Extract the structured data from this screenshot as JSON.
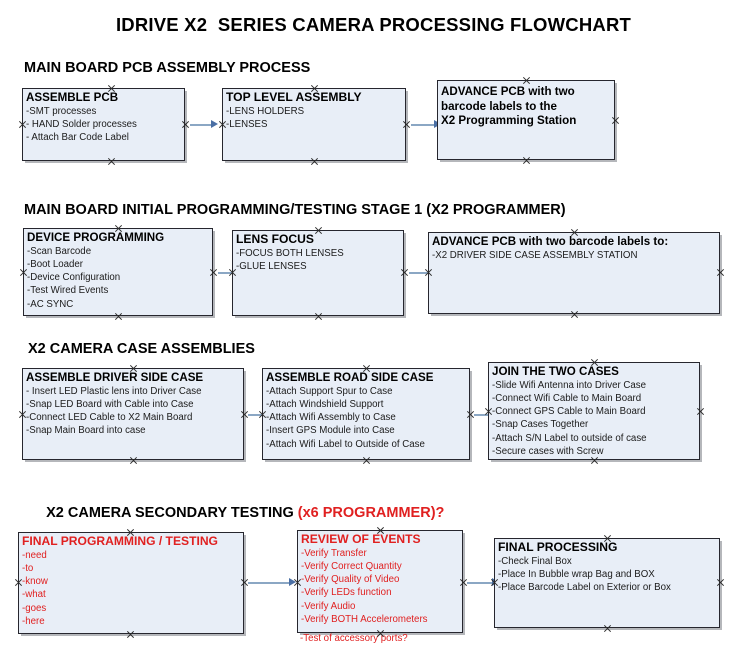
{
  "document": {
    "title": "IDRIVE X2  SERIES CAMERA PROCESSING FLOWCHART"
  },
  "sections": [
    {
      "id": "main-board-pcb-assembly",
      "heading": "MAIN BOARD PCB ASSEMBLY PROCESS",
      "heading_red": "",
      "boxes": [
        {
          "id": "assemble-pcb",
          "title": "ASSEMBLE PCB",
          "items": [
            "-SMT processes",
            "- HAND Solder processes",
            "- Attach Bar Code Label"
          ],
          "color": "black"
        },
        {
          "id": "top-level-assembly",
          "title": "TOP LEVEL ASSEMBLY",
          "items": [
            "-LENS HOLDERS",
            "-LENSES"
          ],
          "color": "black"
        },
        {
          "id": "advance-pcb-to-x2-programming-station",
          "title": "ADVANCE PCB with two",
          "title_lines": [
            "ADVANCE PCB with two",
            "barcode labels to the",
            " X2 Programming Station"
          ],
          "items": [],
          "color": "black"
        }
      ]
    },
    {
      "id": "main-board-initial-programming",
      "heading": "MAIN BOARD INITIAL PROGRAMMING/TESTING STAGE 1 (X2 PROGRAMMER)",
      "heading_red": "",
      "boxes": [
        {
          "id": "device-programming",
          "title": "DEVICE PROGRAMMING",
          "items": [
            "-Scan Barcode",
            "-Boot Loader",
            "-Device Configuration",
            "-Test Wired Events",
            "-AC SYNC"
          ],
          "color": "black"
        },
        {
          "id": "lens-focus",
          "title": "LENS FOCUS",
          "items": [
            "-FOCUS BOTH LENSES",
            "-GLUE LENSES"
          ],
          "color": "black"
        },
        {
          "id": "advance-pcb-to-driver-side-case",
          "title": "ADVANCE PCB with two barcode labels to:",
          "items": [
            "-X2 DRIVER  SIDE  CASE  ASSEMBLY STATION"
          ],
          "color": "black"
        }
      ]
    },
    {
      "id": "x2-camera-case-assemblies",
      "heading": "X2 CAMERA CASE ASSEMBLIES",
      "heading_red": "",
      "boxes": [
        {
          "id": "assemble-driver-side-case",
          "title": "ASSEMBLE DRIVER SIDE CASE",
          "items": [
            "- Insert LED Plastic lens into Driver Case",
            "-Snap LED Board with Cable into Case",
            "-Connect LED Cable to X2 Main Board",
            "-Snap Main Board into case"
          ],
          "color": "black"
        },
        {
          "id": "assemble-road-side-case",
          "title": "ASSEMBLE ROAD SIDE CASE",
          "items": [
            "-Attach Support Spur to Case",
            "-Attach Windshield Support",
            "-Attach Wifi Assembly to Case",
            "-Insert GPS Module into Case",
            "-Attach Wifi Label to Outside of Case"
          ],
          "color": "black"
        },
        {
          "id": "join-the-two-cases",
          "title": "JOIN THE TWO CASES",
          "items": [
            "-Slide Wifi Antenna into Driver Case",
            "-Connect Wifi Cable to Main Board",
            "-Connect GPS Cable to Main Board",
            "-Snap Cases Together",
            "-Attach S/N Label to outside of case",
            "-Secure cases with Screw"
          ],
          "color": "black"
        }
      ]
    },
    {
      "id": "x2-camera-secondary-testing",
      "heading": "X2 CAMERA SECONDARY TESTING ",
      "heading_red": "(x6 PROGRAMMER)?",
      "boxes": [
        {
          "id": "final-programming-testing",
          "title": "FINAL PROGRAMMING / TESTING",
          "items": [
            "-need",
            "-to",
            "-know",
            "-what",
            "-goes",
            "-here"
          ],
          "color": "red"
        },
        {
          "id": "review-of-events",
          "title": "REVIEW OF EVENTS",
          "items": [
            "-Verify Transfer",
            "-Verify Correct Quantity",
            "-Verify Quality of Video",
            "-Verify LEDs function",
            "-Verify Audio",
            "-Verify BOTH Accelerometers"
          ],
          "overflow_item": "-Test of accessory ports?",
          "color": "red"
        },
        {
          "id": "final-processing",
          "title": "FINAL PROCESSING",
          "items": [
            " -Check Final Box",
            "-Place In Bubble wrap Bag and BOX",
            "-Place Barcode Label on Exterior or Box"
          ],
          "color": "black"
        }
      ]
    }
  ],
  "colors": {
    "box_fill": "#e8eef7",
    "box_border": "#26262e",
    "arrow_shaft": "#8ba7c4",
    "arrow_head": "#4a6fa5",
    "red_text": "#e02020",
    "black_text": "#000000"
  }
}
